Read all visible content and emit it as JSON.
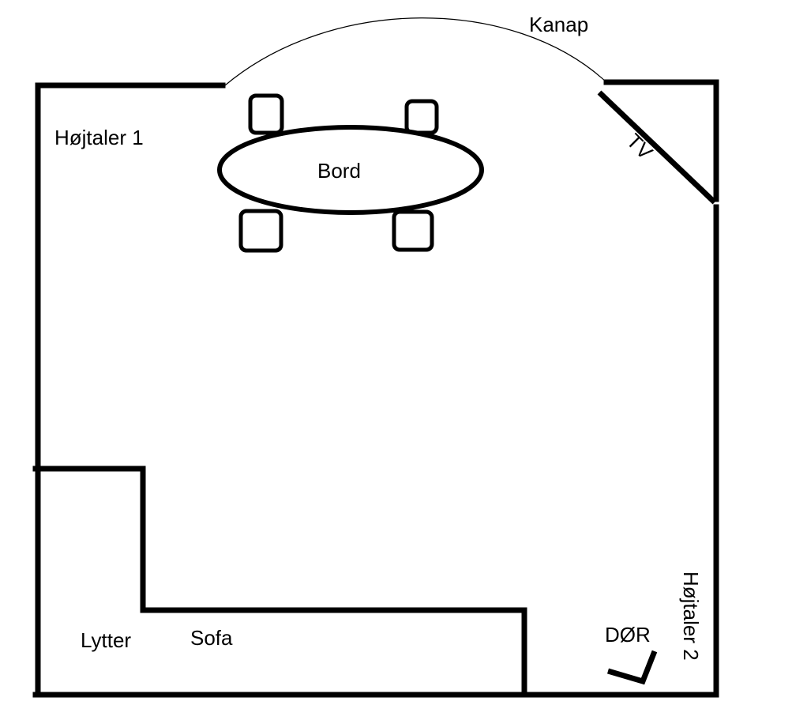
{
  "labels": {
    "kanap": "Kanap",
    "speaker1": "Højtaler 1",
    "table": "Bord",
    "tv": "TV",
    "listener": "Lytter",
    "sofa": "Sofa",
    "door": "DØR",
    "speaker2": "Højtaler 2"
  }
}
